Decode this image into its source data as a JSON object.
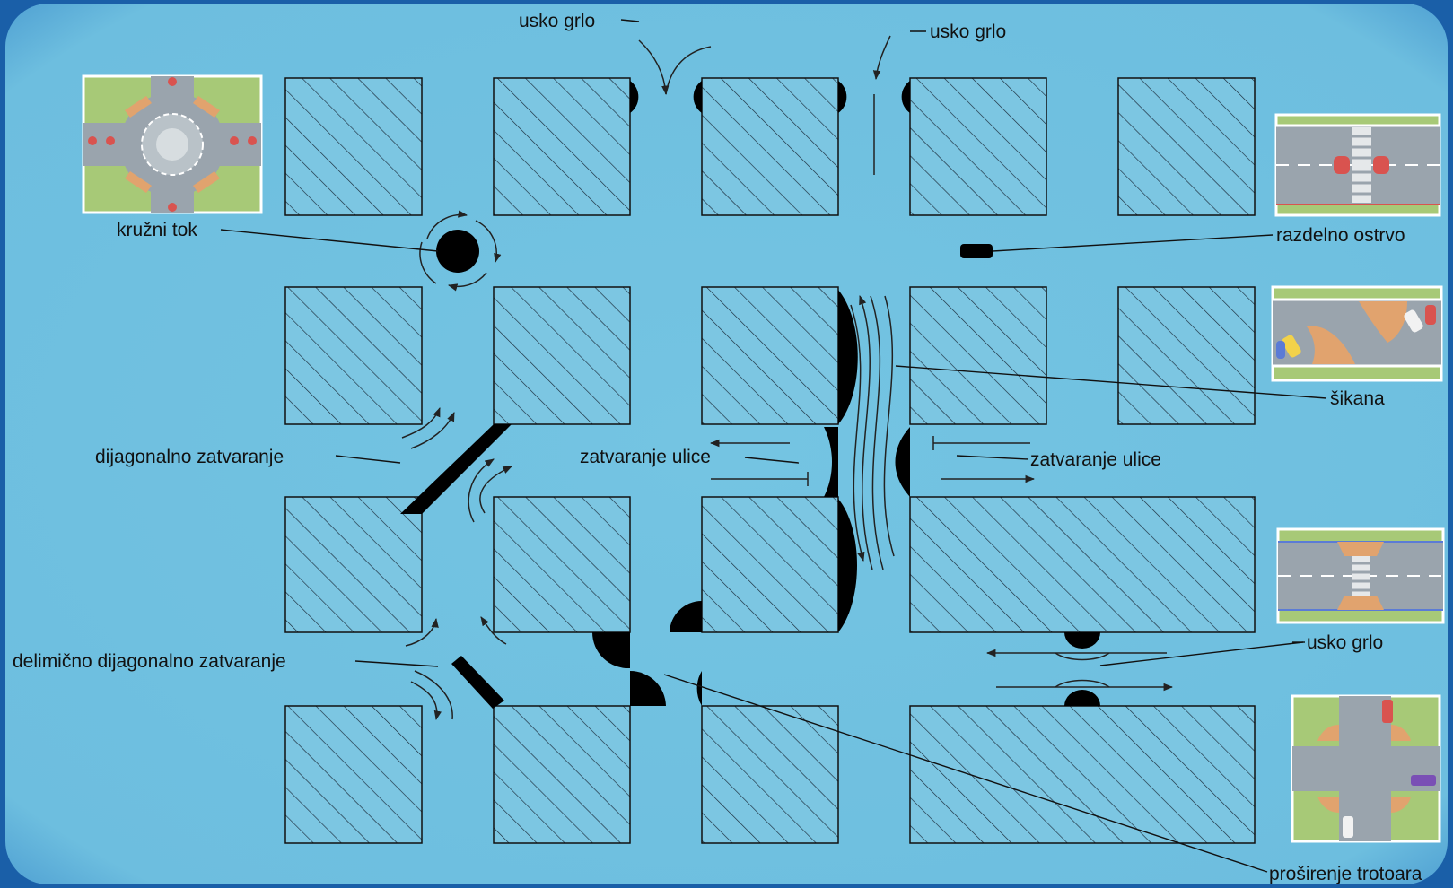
{
  "colors": {
    "background": "#72c2e0",
    "frame": "#1a5fa8",
    "block_fill": "#7cc6e2",
    "hatch": "#1b2b3a",
    "device": "#000000",
    "road": "#9aa4ad",
    "grass": "#a7c977",
    "curb": "#e1a36e"
  },
  "labels": {
    "usko_grlo_top_left": "usko grlo",
    "usko_grlo_top_right": "usko grlo",
    "kruzni_tok": "kružni tok",
    "razdelno_ostrvo": "razdelno ostrvo",
    "sikana": "šikana",
    "dijagonalno_zatvaranje": "dijagonalno zatvaranje",
    "zatvaranje_ulice_left": "zatvaranje ulice",
    "zatvaranje_ulice_right": "zatvaranje ulice",
    "delimicno_dijagonalno_zatvaranje": "delimično dijagonalno zatvaranje",
    "usko_grlo_right": "usko grlo",
    "prosirenje_trotoara": "proširenje trotoara"
  },
  "icons": {
    "roundabout": "roundabout-photo-icon",
    "median_island": "median-island-photo-icon",
    "chicane": "chicane-photo-icon",
    "choke": "choke-photo-icon",
    "curb_extension": "curb-extension-photo-icon"
  }
}
